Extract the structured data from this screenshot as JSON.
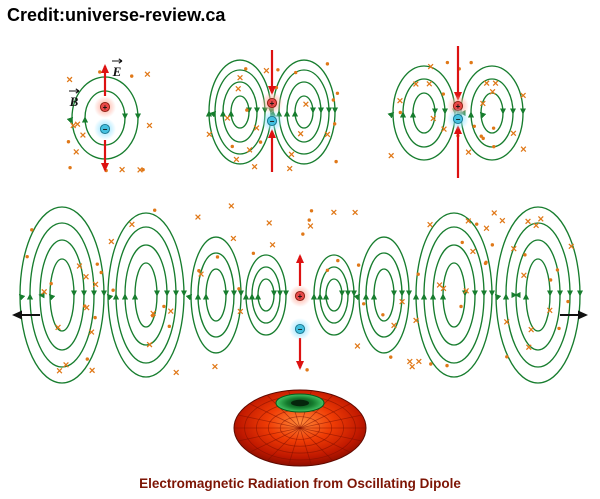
{
  "credit": "Credit:universe-review.ca",
  "caption": "Electromagnetic Radiation from Oscillating Dipole",
  "labels": {
    "e_field": "E",
    "b_field": "B",
    "plus": "+",
    "minus": "−"
  },
  "colors": {
    "field_line": "#177d2e",
    "marker": "#e07818",
    "arrow": "#dd1111",
    "axis_arrow": "#111111",
    "caption": "#7d1505",
    "charge_plus": "#e84848",
    "charge_minus": "#45c0e0",
    "torus_body": "#c41a00",
    "torus_dimple": "#157c2e"
  }
}
